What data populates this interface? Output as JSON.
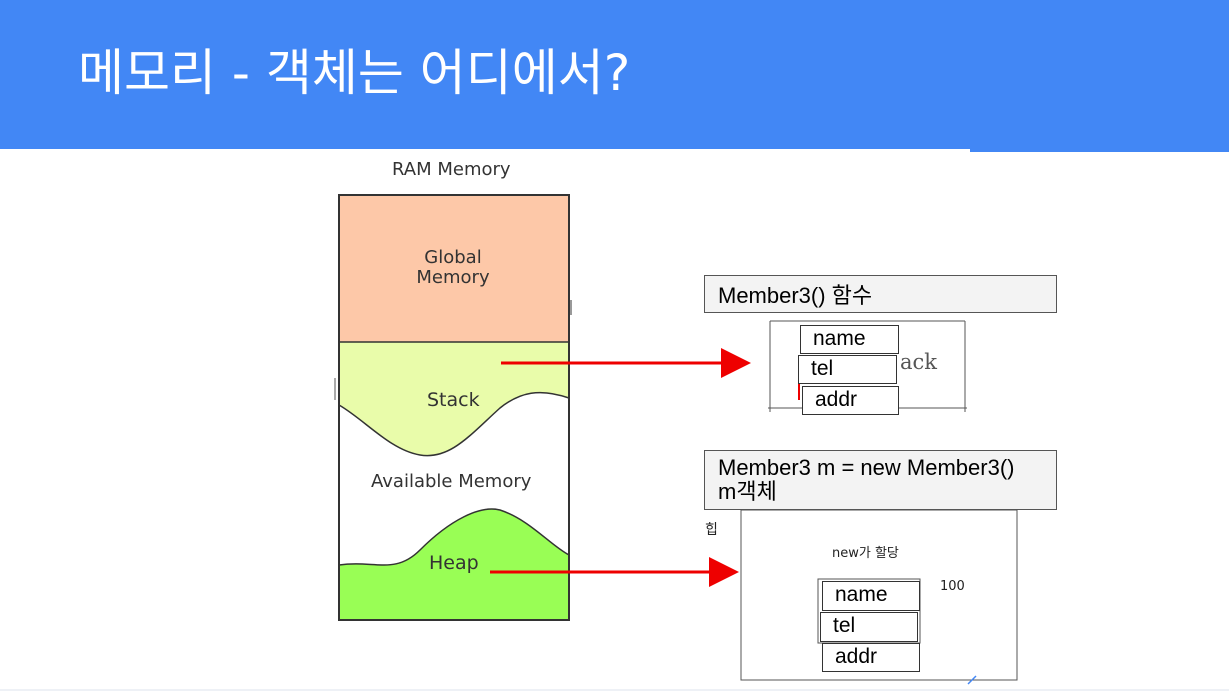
{
  "slide": {
    "title": "메모리 - 객체는 어디에서?"
  },
  "ram_diagram": {
    "title": "RAM Memory",
    "global": "Global\nMemory",
    "stack": "Stack",
    "available": "Available Memory",
    "heap": "Heap",
    "colors": {
      "global": "#fdc8a8",
      "stack": "#e9fcaa",
      "heap": "#99fe55",
      "arrow": "#ee0000"
    }
  },
  "stack_panel": {
    "header": "Member3() 함수",
    "fields": [
      "name",
      "tel",
      "addr"
    ],
    "background_text": "ack"
  },
  "heap_panel": {
    "header_line1": "Member3 m = new Member3()",
    "header_line2": "m객체",
    "side_label": "힙",
    "alloc_note": "new가 할당",
    "address": "100",
    "fields": [
      "name",
      "tel",
      "addr"
    ]
  }
}
